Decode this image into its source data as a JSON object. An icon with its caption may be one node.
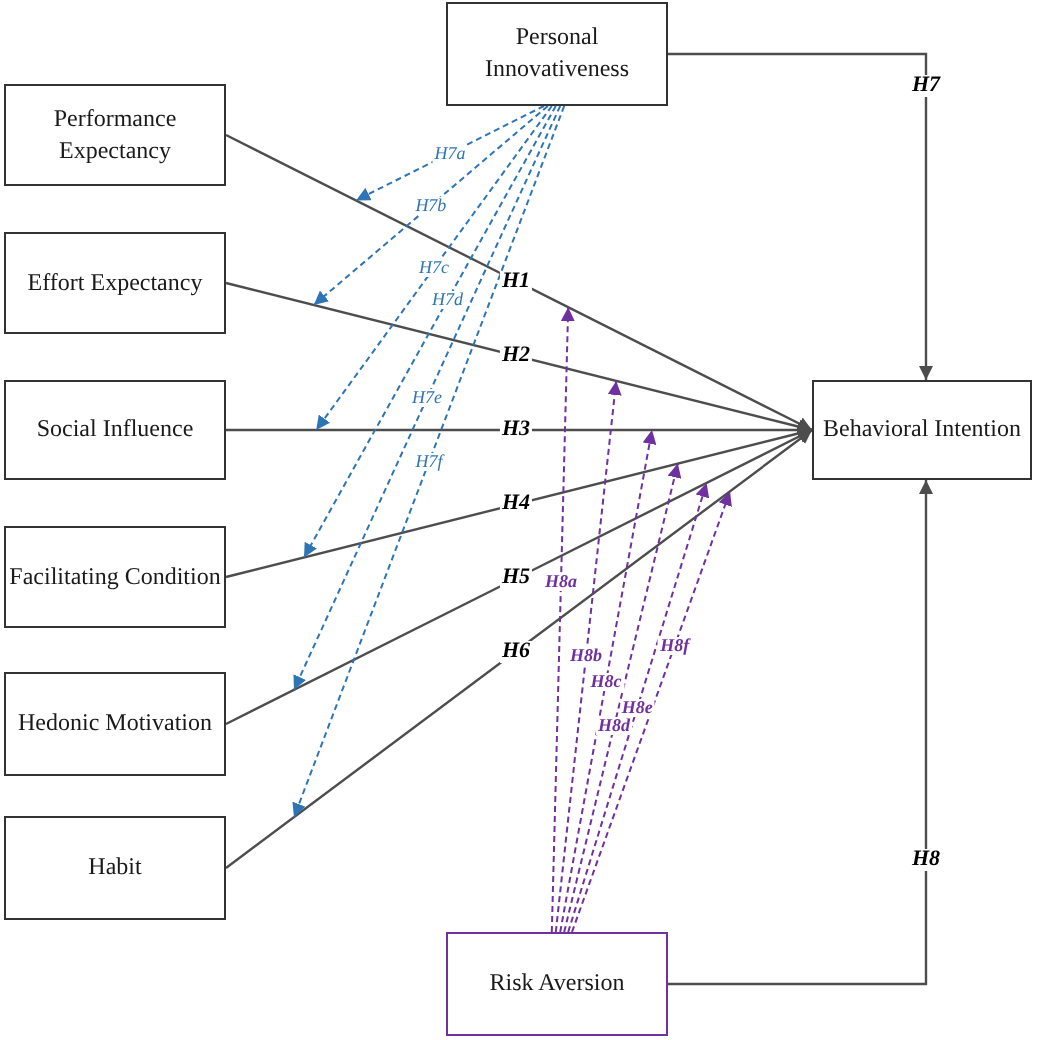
{
  "diagram": {
    "nodes": [
      {
        "text": [
          "Personal Innovativeness"
        ]
      },
      {
        "text": [
          "Performance Expectancy"
        ]
      },
      {
        "text": [
          "Effort Expectancy"
        ]
      },
      {
        "text": [
          "Social Influence"
        ]
      },
      {
        "text": [
          "Facilitating Condition"
        ]
      },
      {
        "text": [
          "Hedonic Motivation"
        ]
      },
      {
        "text": [
          "Habit"
        ]
      },
      {
        "text": [
          "Behavioral Intention"
        ]
      },
      {
        "text": [
          "Risk Aversion"
        ]
      }
    ],
    "edges": [
      {
        "from": 1,
        "to": 7,
        "arrow": "to",
        "label": "H1"
      },
      {
        "from": 2,
        "to": 7,
        "arrow": "to",
        "label": "H2"
      },
      {
        "from": 3,
        "to": 7,
        "arrow": "to",
        "label": "H3"
      },
      {
        "from": 4,
        "to": 7,
        "arrow": "to",
        "label": "H4"
      },
      {
        "from": 5,
        "to": 7,
        "arrow": "to",
        "label": "H5"
      },
      {
        "from": 6,
        "to": 7,
        "arrow": "to",
        "label": "H6"
      },
      {
        "from": 0,
        "to": 7,
        "arrow": "to",
        "label": "H7"
      },
      {
        "from": 8,
        "to": 7,
        "arrow": "to",
        "label": "H8"
      },
      {
        "from": 0,
        "to": null,
        "arrow": "to",
        "label": "H7a",
        "style": "dashed",
        "color": "#2e75b6"
      },
      {
        "from": 0,
        "to": null,
        "arrow": "to",
        "label": "H7b",
        "style": "dashed",
        "color": "#2e75b6"
      },
      {
        "from": 0,
        "to": null,
        "arrow": "to",
        "label": "H7c",
        "style": "dashed",
        "color": "#2e75b6"
      },
      {
        "from": 0,
        "to": null,
        "arrow": "to",
        "label": "H7d",
        "style": "dashed",
        "color": "#2e75b6"
      },
      {
        "from": 0,
        "to": null,
        "arrow": "to",
        "label": "H7e",
        "style": "dashed",
        "color": "#2e75b6"
      },
      {
        "from": 0,
        "to": null,
        "arrow": "to",
        "label": "H7f",
        "style": "dashed",
        "color": "#2e75b6"
      },
      {
        "from": 8,
        "to": null,
        "arrow": "to",
        "label": "H8a",
        "style": "dashed",
        "color": "#7030a0"
      },
      {
        "from": 8,
        "to": null,
        "arrow": "to",
        "label": "H8b",
        "style": "dashed",
        "color": "#7030a0"
      },
      {
        "from": 8,
        "to": null,
        "arrow": "to",
        "label": "H8c",
        "style": "dashed",
        "color": "#7030a0"
      },
      {
        "from": 8,
        "to": null,
        "arrow": "to",
        "label": "H8d",
        "style": "dashed",
        "color": "#7030a0"
      },
      {
        "from": 8,
        "to": null,
        "arrow": "to",
        "label": "H8e",
        "style": "dashed",
        "color": "#7030a0"
      },
      {
        "from": 8,
        "to": null,
        "arrow": "to",
        "label": "H8f",
        "style": "dashed",
        "color": "#7030a0"
      }
    ]
  }
}
